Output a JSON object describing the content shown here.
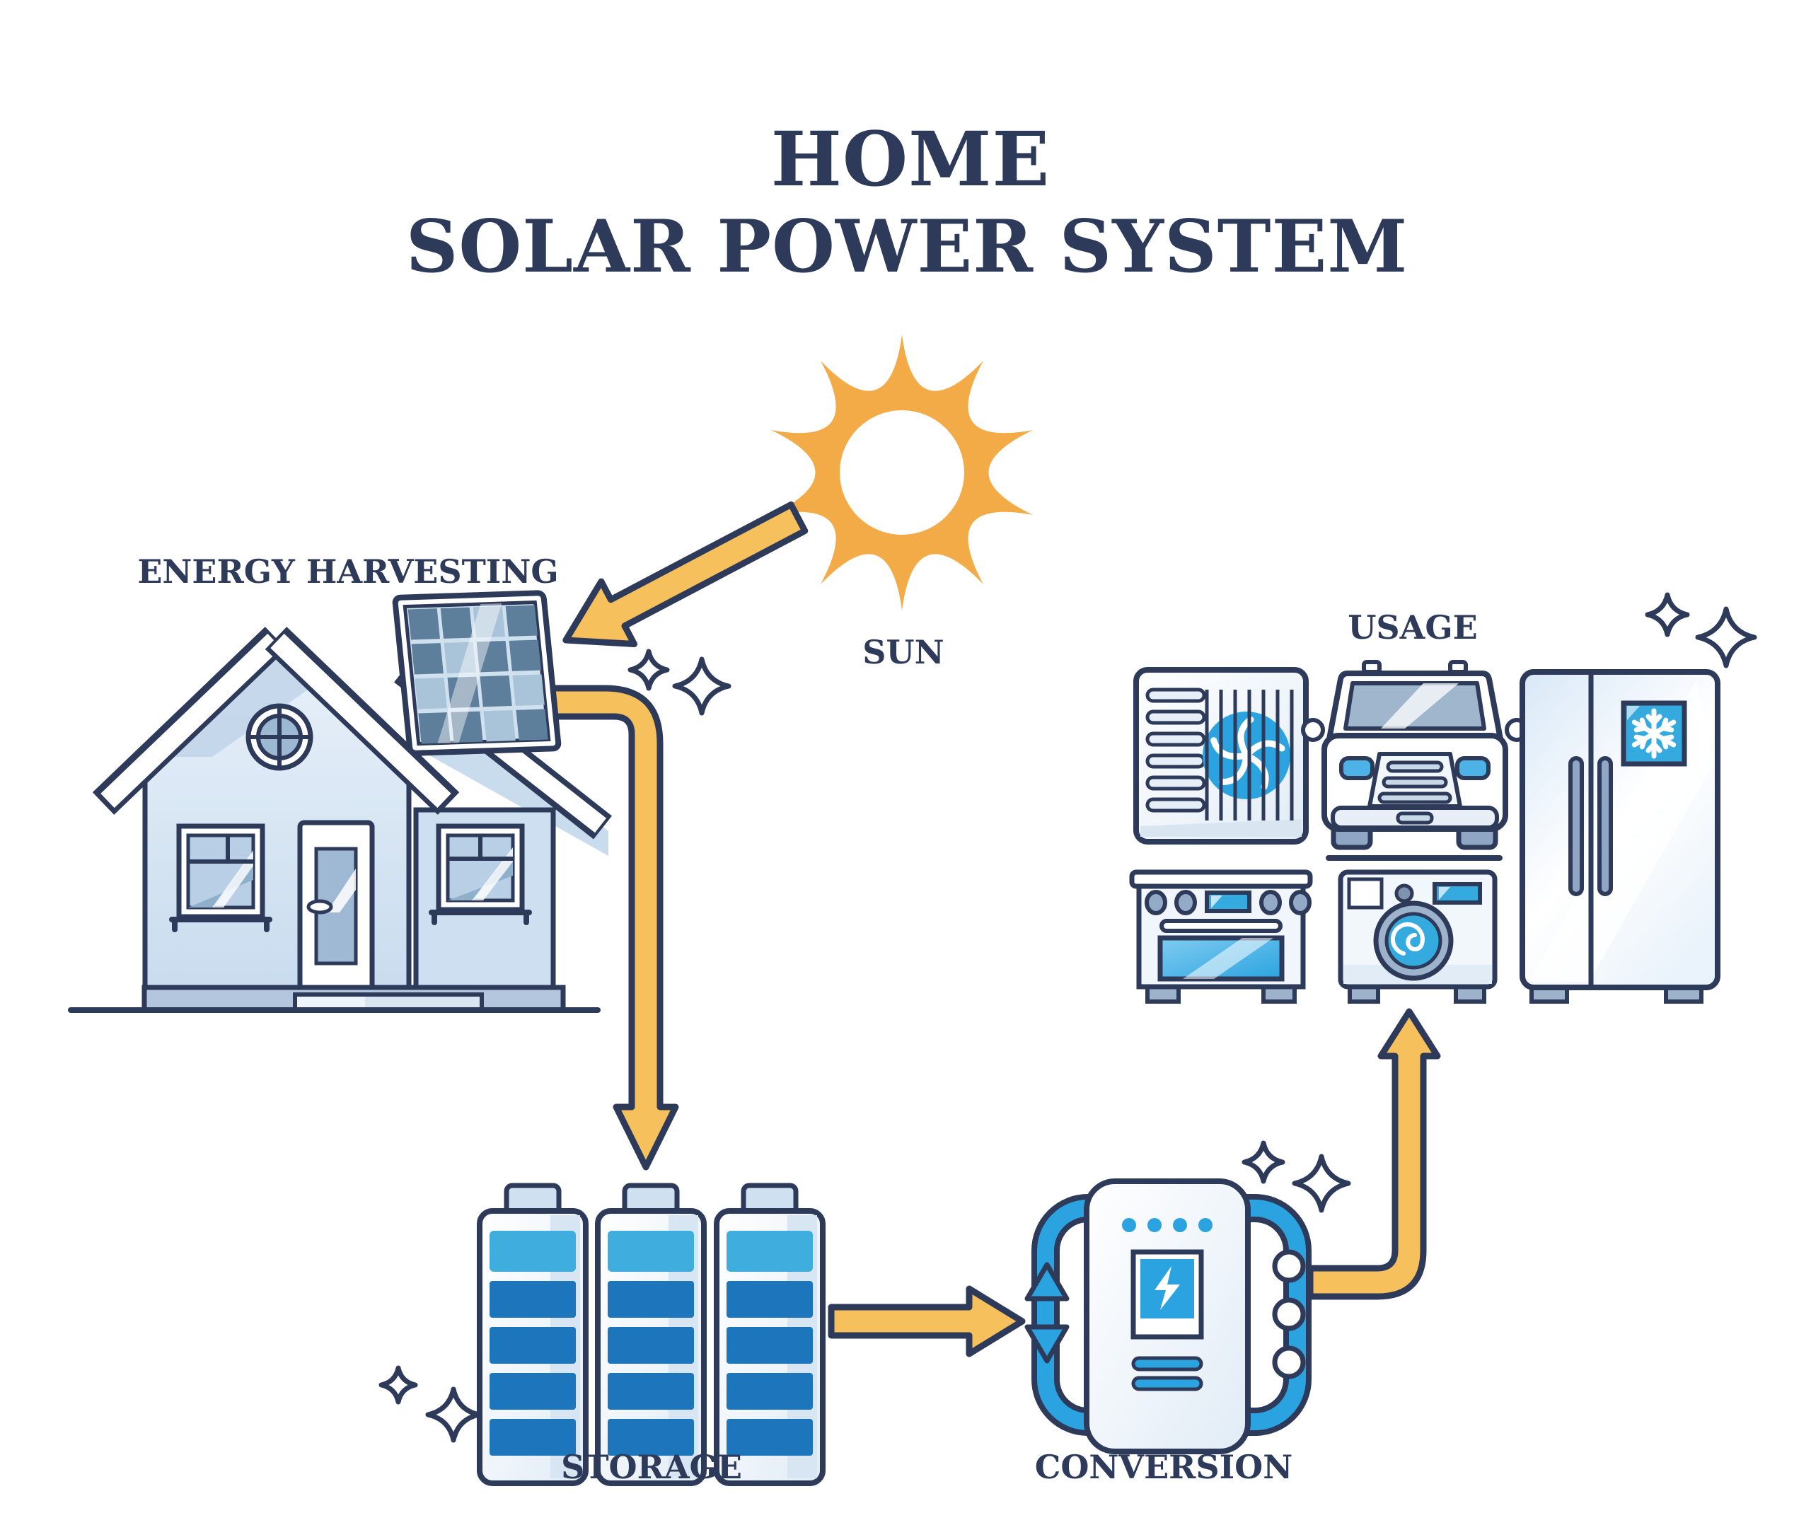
{
  "title": {
    "line1": "HOME",
    "line2": "SOLAR POWER SYSTEM"
  },
  "stages": {
    "sun": {
      "label": "SUN",
      "icon": "sun-icon"
    },
    "harvesting": {
      "label": "ENERGY HARVESTING",
      "icon": "house-solar-panel-icon",
      "panel_grid": {
        "columns": 4,
        "rows": 4
      }
    },
    "storage": {
      "label": "STORAGE",
      "icon": "battery-icon",
      "battery_count": 3,
      "bars_per_battery": 5
    },
    "conversion": {
      "label": "CONVERSION",
      "icon": "inverter-icon",
      "indicator_dots": 4,
      "side_ports": 3
    },
    "usage": {
      "label": "USAGE",
      "icons": [
        "air-conditioner-icon",
        "electric-car-icon",
        "refrigerator-icon",
        "kitchen-stove-icon",
        "washing-machine-icon"
      ]
    }
  },
  "flow": [
    "SUN",
    "ENERGY HARVESTING",
    "STORAGE",
    "CONVERSION",
    "USAGE"
  ],
  "arrows": [
    {
      "from": "sun",
      "to": "harvesting"
    },
    {
      "from": "harvesting",
      "to": "storage"
    },
    {
      "from": "storage",
      "to": "conversion"
    },
    {
      "from": "conversion",
      "to": "usage"
    }
  ],
  "colors": {
    "navy": "#2e3a59",
    "yellow": "#f6c05c",
    "sun": "#f3ab47",
    "blue": "#2ba3e0",
    "blue-dark": "#1d76bb",
    "panel": "#5d7f9c",
    "light": "#d6e4f2"
  }
}
